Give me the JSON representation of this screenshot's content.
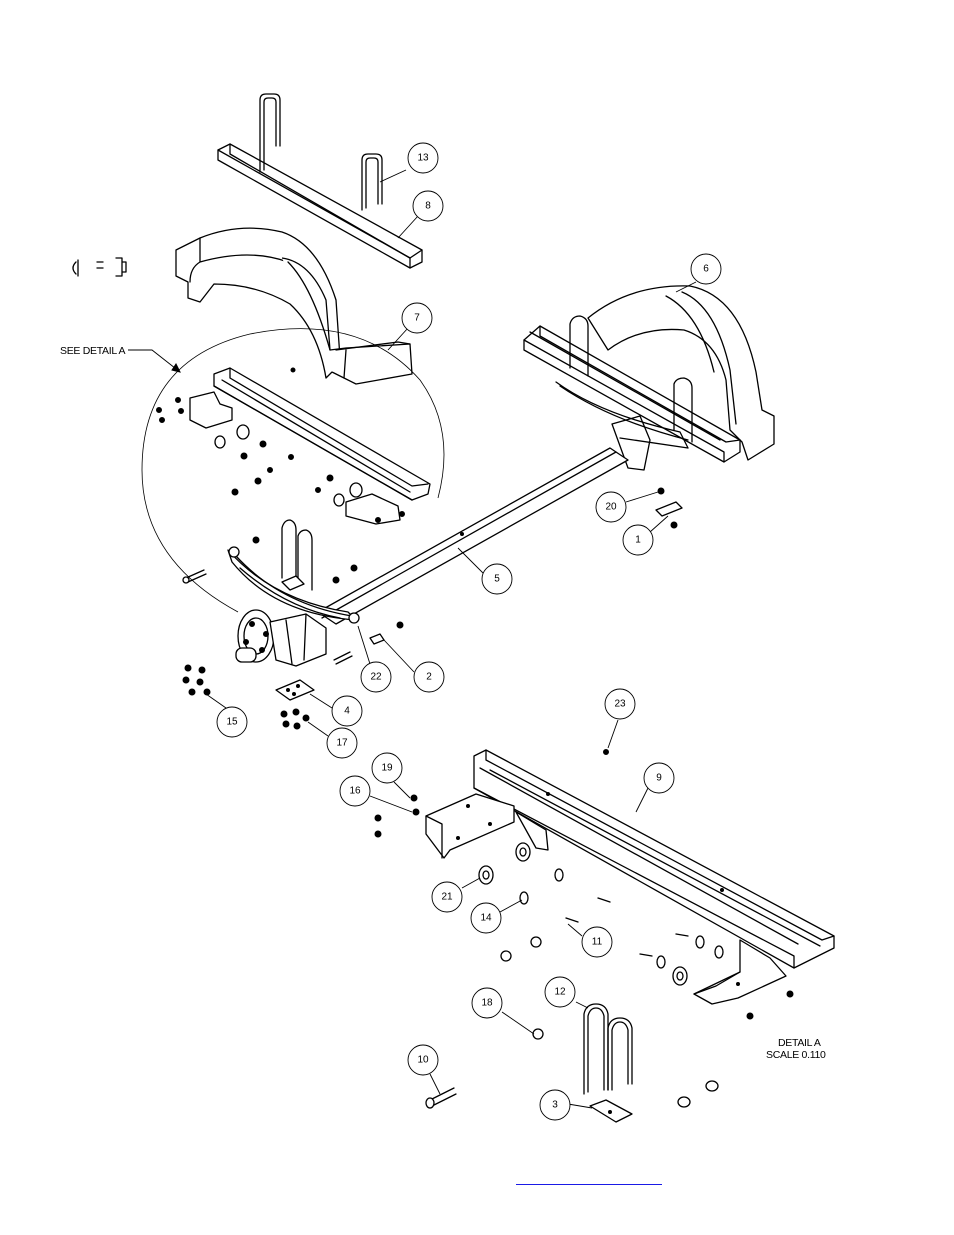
{
  "callouts": [
    {
      "id": "13",
      "label": "13"
    },
    {
      "id": "8",
      "label": "8"
    },
    {
      "id": "7",
      "label": "7"
    },
    {
      "id": "6",
      "label": "6"
    },
    {
      "id": "20",
      "label": "20"
    },
    {
      "id": "1",
      "label": "1"
    },
    {
      "id": "5",
      "label": "5"
    },
    {
      "id": "22",
      "label": "22"
    },
    {
      "id": "2",
      "label": "2"
    },
    {
      "id": "4",
      "label": "4"
    },
    {
      "id": "15",
      "label": "15"
    },
    {
      "id": "17",
      "label": "17"
    },
    {
      "id": "23",
      "label": "23"
    },
    {
      "id": "9",
      "label": "9"
    },
    {
      "id": "19",
      "label": "19"
    },
    {
      "id": "16",
      "label": "16"
    },
    {
      "id": "21",
      "label": "21"
    },
    {
      "id": "14",
      "label": "14"
    },
    {
      "id": "11",
      "label": "11"
    },
    {
      "id": "12",
      "label": "12"
    },
    {
      "id": "18",
      "label": "18"
    },
    {
      "id": "10",
      "label": "10"
    },
    {
      "id": "3",
      "label": "3"
    }
  ],
  "notes": {
    "see_detail": "SEE DETAIL  A",
    "detail_title": "DETAIL  A",
    "detail_scale": "SCALE  0.110"
  },
  "colors": {
    "line": "#000000",
    "link": "#1a1ae6"
  }
}
